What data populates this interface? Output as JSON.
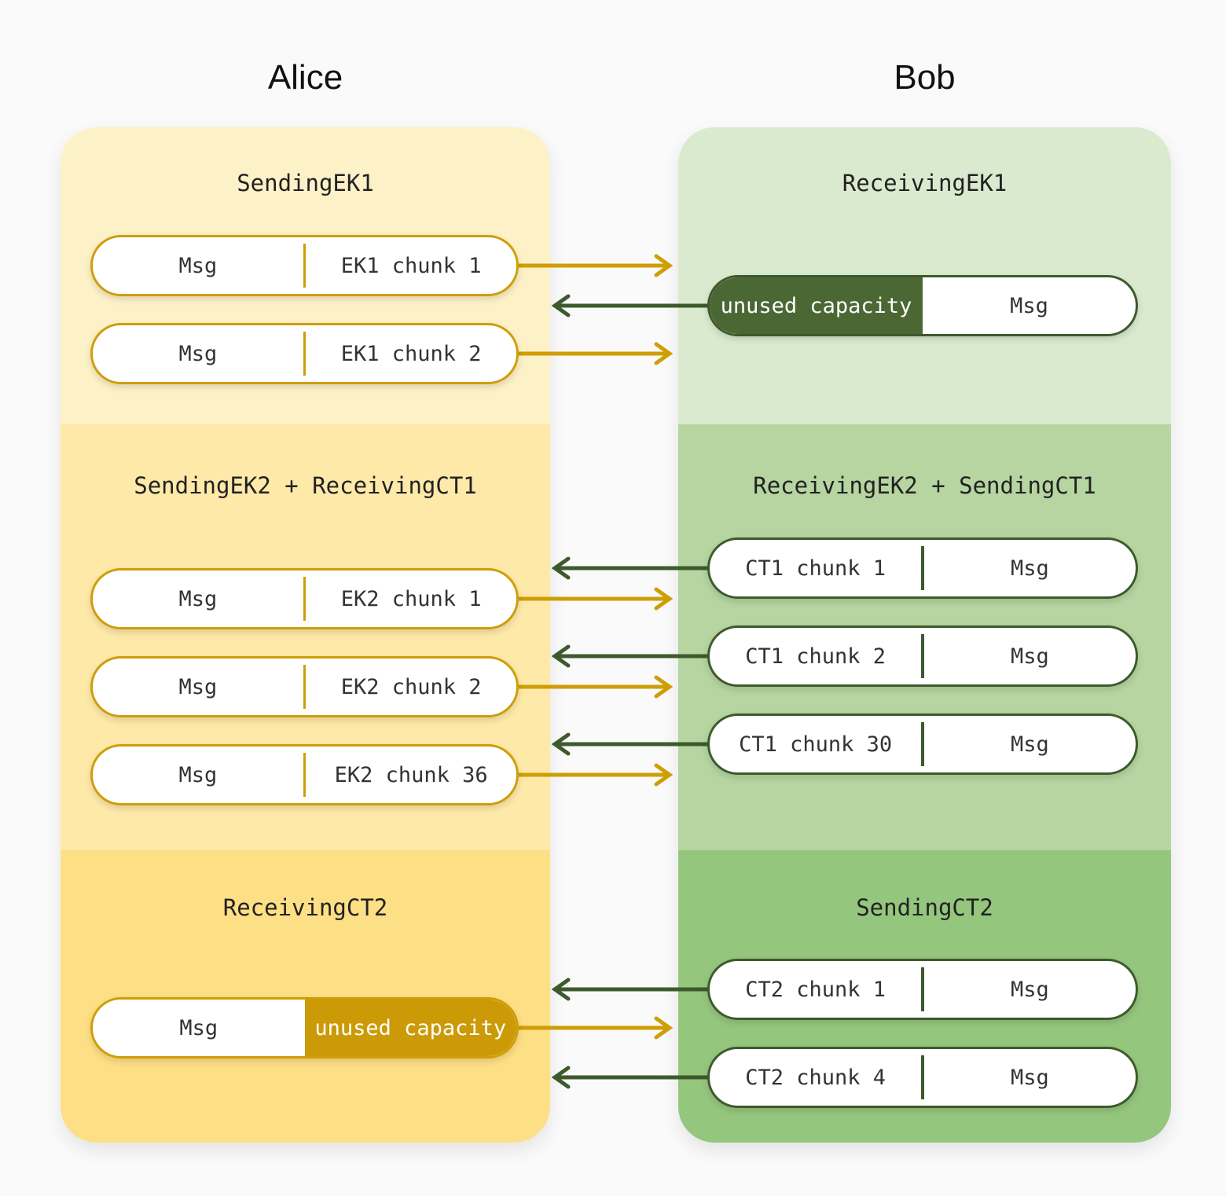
{
  "titles": {
    "left": "Alice",
    "right": "Bob"
  },
  "colors": {
    "gold_border": "#CF9E06",
    "gold_fill": "#CB9A06",
    "green_border": "#3D5A2C",
    "green_fill": "#4A6734",
    "alice_band_1": "#FDF1C8",
    "alice_band_2": "#FEE9A9",
    "alice_band_3": "#FDDF85",
    "bob_band_1": "#DAEACF",
    "bob_band_2": "#B6D5A1",
    "bob_band_3": "#95C67E"
  },
  "alice": {
    "title": "Alice",
    "sections": [
      {
        "label": "SendingEK1",
        "pills": [
          {
            "left": "Msg",
            "right": "EK1 chunk 1"
          },
          {
            "left": "Msg",
            "right": "EK1 chunk 2"
          }
        ]
      },
      {
        "label": "SendingEK2 + ReceivingCT1",
        "pills": [
          {
            "left": "Msg",
            "right": "EK2 chunk 1"
          },
          {
            "left": "Msg",
            "right": "EK2 chunk 2"
          },
          {
            "left": "Msg",
            "right": "EK2 chunk 36"
          }
        ]
      },
      {
        "label": "ReceivingCT2",
        "pills": [
          {
            "left": "Msg",
            "right": "unused capacity"
          }
        ]
      }
    ]
  },
  "bob": {
    "title": "Bob",
    "sections": [
      {
        "label": "ReceivingEK1",
        "pills": [
          {
            "left": "unused capacity",
            "right": "Msg"
          }
        ]
      },
      {
        "label": "ReceivingEK2 + SendingCT1",
        "pills": [
          {
            "left": "CT1 chunk 1",
            "right": "Msg"
          },
          {
            "left": "CT1 chunk 2",
            "right": "Msg"
          },
          {
            "left": "CT1 chunk 30",
            "right": "Msg"
          }
        ]
      },
      {
        "label": "SendingCT2",
        "pills": [
          {
            "left": "CT2 chunk 1",
            "right": "Msg"
          },
          {
            "left": "CT2 chunk 4",
            "right": "Msg"
          }
        ]
      }
    ]
  }
}
